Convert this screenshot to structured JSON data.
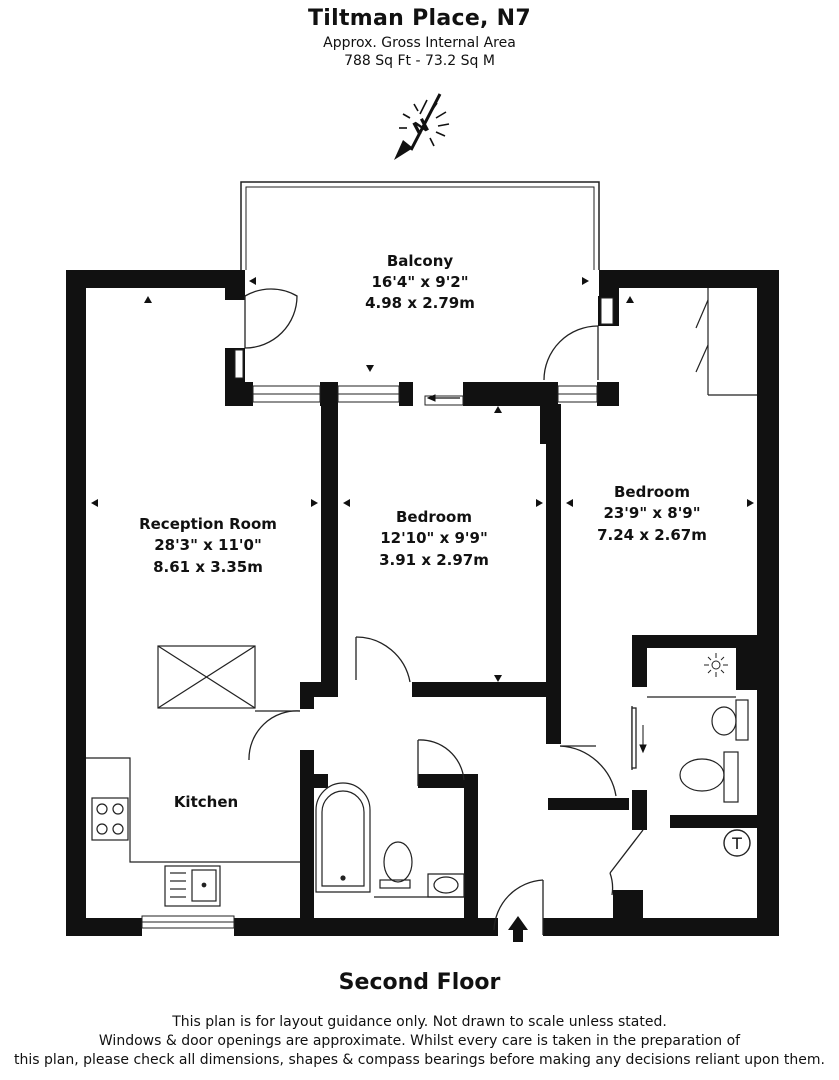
{
  "header": {
    "title": "Tiltman Place, N7",
    "area_label": "Approx. Gross Internal Area",
    "area_value": "788 Sq Ft  -  73.2 Sq M"
  },
  "compass": {
    "letter": "N"
  },
  "rooms": {
    "balcony": {
      "name": "Balcony",
      "imperial": "16'4\" x 9'2\"",
      "metric": "4.98 x 2.79m"
    },
    "reception": {
      "name": "Reception Room",
      "imperial": "28'3\" x 11'0\"",
      "metric": "8.61 x 3.35m"
    },
    "bedroom1": {
      "name": "Bedroom",
      "imperial": "12'10\" x 9'9\"",
      "metric": "3.91 x 2.97m"
    },
    "bedroom2": {
      "name": "Bedroom",
      "imperial": "23'9\" x 8'9\"",
      "metric": "7.24 x 2.67m"
    },
    "kitchen": {
      "name": "Kitchen"
    },
    "cupboard": {
      "tank_letter": "T"
    }
  },
  "floor": "Second Floor",
  "disclaimer": {
    "line1": "This plan is for layout guidance only. Not drawn to scale unless stated.",
    "line2": "Windows & door openings are approximate. Whilst every care is taken in the preparation of",
    "line3": "this plan, please check all dimensions, shapes & compass bearings before making any decisions reliant upon them."
  }
}
